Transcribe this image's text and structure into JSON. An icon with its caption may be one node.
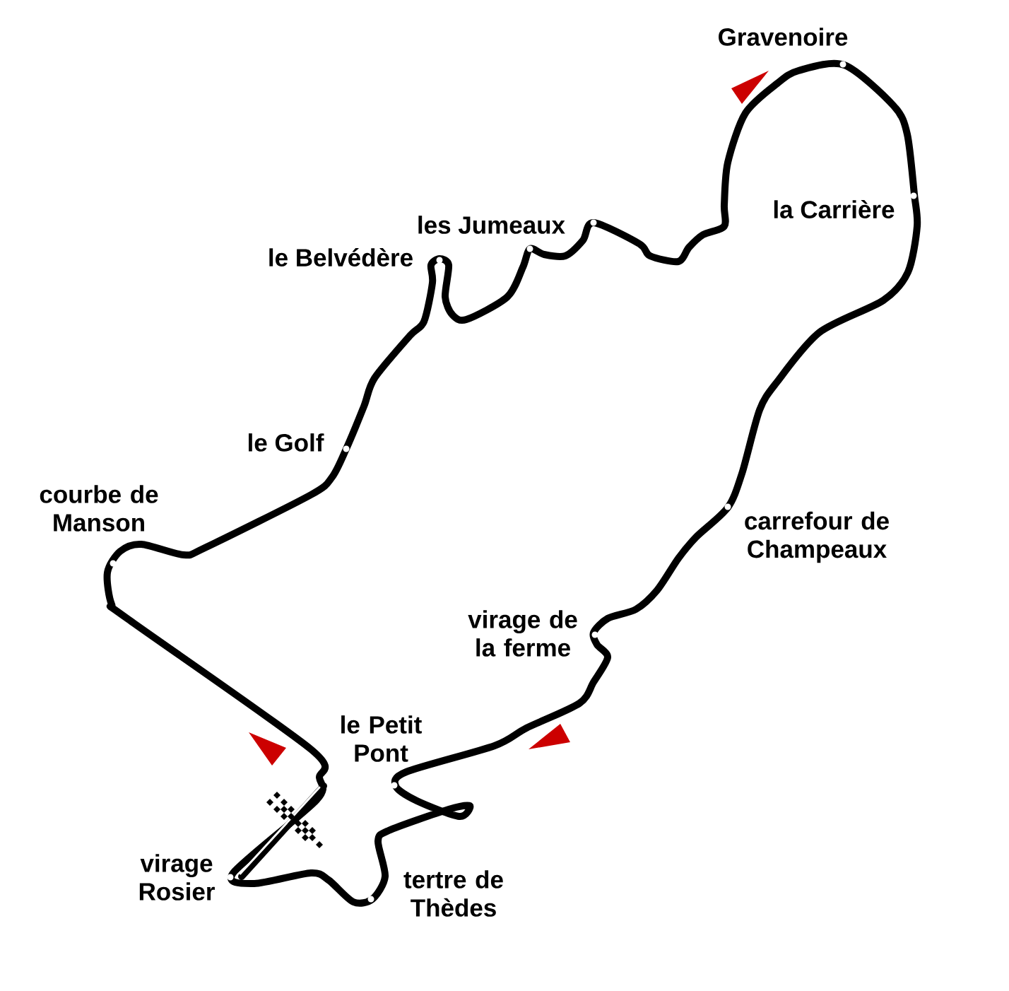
{
  "diagram": {
    "labels": [
      "Gravenoire",
      "les Jumeaux",
      "la Carrière",
      "le Belvédère",
      "le Golf",
      "courbe de Manson",
      "carrefour de Champeaux",
      "virage de la ferme",
      "le Petit Pont",
      "virage Rosier",
      "tertre de Thèdes"
    ]
  }
}
